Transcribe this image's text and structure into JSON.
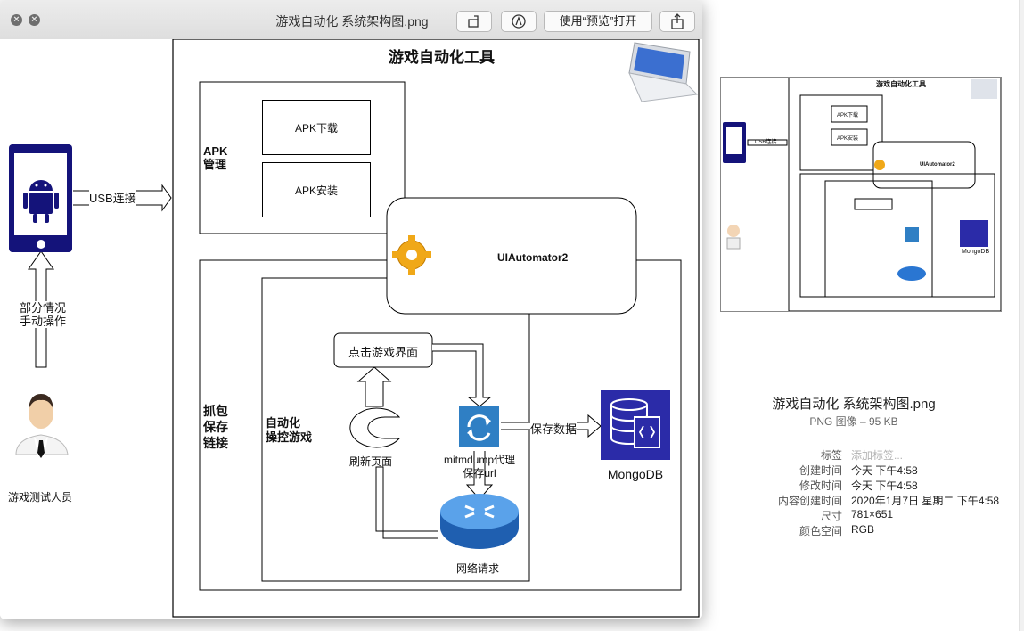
{
  "window": {
    "title": "游戏自动化 系统架构图.png",
    "open_with_label": "使用“预览”打开"
  },
  "diagram": {
    "title": "游戏自动化工具",
    "apk_group": "APK\n管理",
    "apk_download": "APK下载",
    "apk_install": "APK安装",
    "uiautomator": "UIAutomator2",
    "usb": "USB连接",
    "manual": "部分情况\n手动操作",
    "tester": "游戏测试人员",
    "capture_group": "抓包\n保存\n链接",
    "auto_group": "自动化\n操控游戏",
    "click_ui": "点击游戏界面",
    "refresh": "刷新页面",
    "proxy": "mitmdump代理\n保存url",
    "save_data": "保存数据",
    "network": "网络请求",
    "mongodb": "MongoDB"
  },
  "thumbnail": {
    "title": "游戏自动化工具",
    "apk_download": "APK下载",
    "apk_install": "APK安装",
    "uiautomator": "UIAutomator2",
    "usb": "USB连接",
    "mongodb": "MongoDB"
  },
  "info": {
    "filename": "游戏自动化 系统架构图.png",
    "kind": "PNG 图像 – 95 KB",
    "rows": [
      {
        "label": "标签",
        "value": "添加标签..."
      },
      {
        "label": "创建时间",
        "value": "今天 下午4:58"
      },
      {
        "label": "修改时间",
        "value": "今天 下午4:58"
      },
      {
        "label": "内容创建时间",
        "value": "2020年1月7日 星期二 下午4:58"
      },
      {
        "label": "尺寸",
        "value": "781×651"
      },
      {
        "label": "颜色空间",
        "value": "RGB"
      }
    ]
  },
  "colors": {
    "phone_blue": "#14137a",
    "mongo_blue": "#2b2ba8",
    "sync_blue": "#2f7fc4",
    "router_blue": "#2a76d2"
  }
}
